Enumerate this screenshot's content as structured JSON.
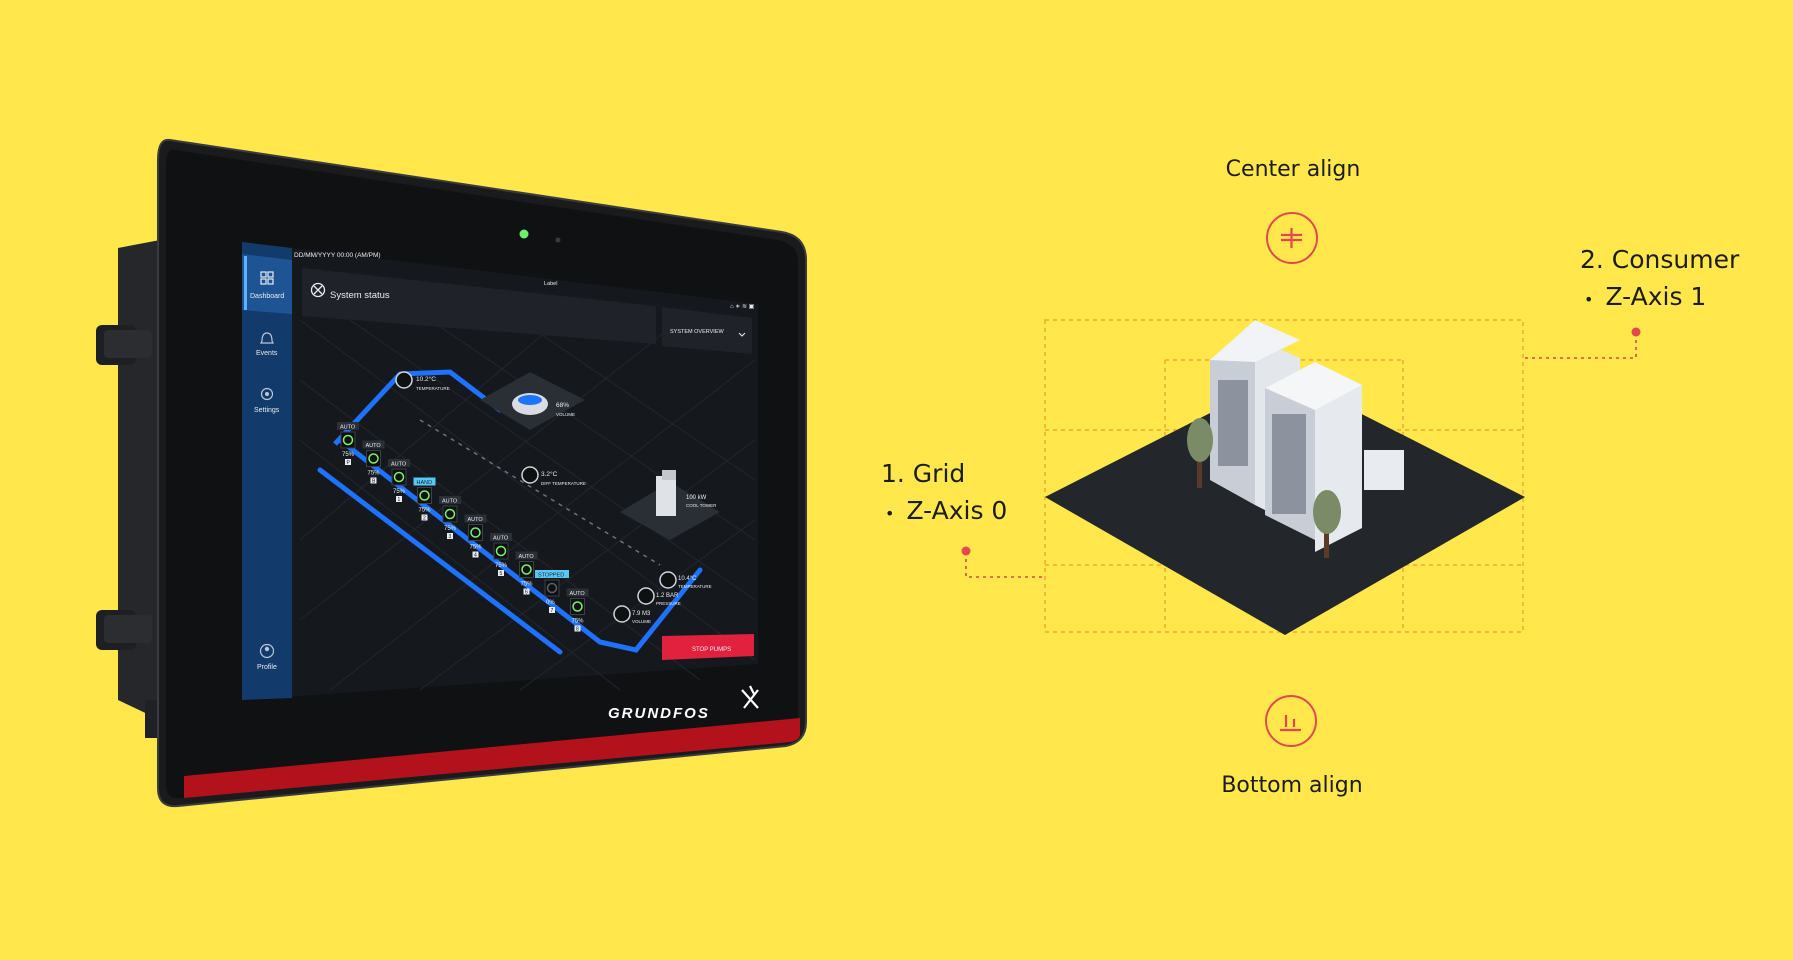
{
  "device": {
    "brand": "GRUNDFOS",
    "colors": {
      "bezel": "#1b1b1d",
      "red_strip": "#b3121c",
      "led": "#6bf06b",
      "nav_bg": "#123a6b",
      "nav_active": "#1e5494",
      "screen_bg": "#15181d",
      "pipe": "#1f72ff",
      "stop_button": "#e2213f"
    }
  },
  "screen": {
    "datetime": "DD/MM/YYYY 00:00 (AM/PM)",
    "top_label": "Label",
    "header_title": "System status",
    "view_select": "SYSTEM OVERVIEW",
    "nav": [
      {
        "label": "Dashboard",
        "icon": "grid-icon",
        "active": true
      },
      {
        "label": "Events",
        "icon": "bell-icon",
        "active": false
      },
      {
        "label": "Settings",
        "icon": "gear-icon",
        "active": false
      },
      {
        "label": "Profile",
        "icon": "profile-icon",
        "active": false
      }
    ],
    "readouts": {
      "temperature": {
        "value": "10.2°C",
        "label": "TEMPERATURE"
      },
      "tank": {
        "value": "68%",
        "label": "VOLUME"
      },
      "diff_temperature": {
        "value": "3.2°C",
        "label": "DIFF TEMPERATURE"
      },
      "cooling_tower": {
        "value": "100 kW",
        "label": "COOL TOWER"
      },
      "temperature2": {
        "value": "10.4°C",
        "label": "TEMPERATURE"
      },
      "pressure": {
        "value": "1.2 BAR",
        "label": "PRESSURE"
      },
      "volume": {
        "value": "7.9 M3",
        "label": "VOLUME"
      }
    },
    "pumps": [
      {
        "mode": "AUTO",
        "pct": "75%",
        "num": "P"
      },
      {
        "mode": "AUTO",
        "pct": "75%",
        "num": "B"
      },
      {
        "mode": "AUTO",
        "pct": "75%",
        "num": "1"
      },
      {
        "mode": "HAND",
        "pct": "75%",
        "num": "2"
      },
      {
        "mode": "AUTO",
        "pct": "75%",
        "num": "3"
      },
      {
        "mode": "AUTO",
        "pct": "75%",
        "num": "4"
      },
      {
        "mode": "AUTO",
        "pct": "75%",
        "num": "5"
      },
      {
        "mode": "AUTO",
        "pct": "75%",
        "num": "6"
      },
      {
        "mode": "STOPPED",
        "pct": "0%",
        "num": "7"
      },
      {
        "mode": "AUTO",
        "pct": "75%",
        "num": "8"
      }
    ],
    "stop_button": "STOP PUMPS"
  },
  "annotations": {
    "center_align": "Center align",
    "bottom_align": "Bottom align",
    "grid": {
      "title": "1.  Grid",
      "bullet": "Z-Axis 0"
    },
    "consumer": {
      "title": "2.  Consumer",
      "bullet": "Z-Axis 1"
    },
    "colors": {
      "accent": "#e6474f",
      "guide": "#f0a830"
    }
  }
}
